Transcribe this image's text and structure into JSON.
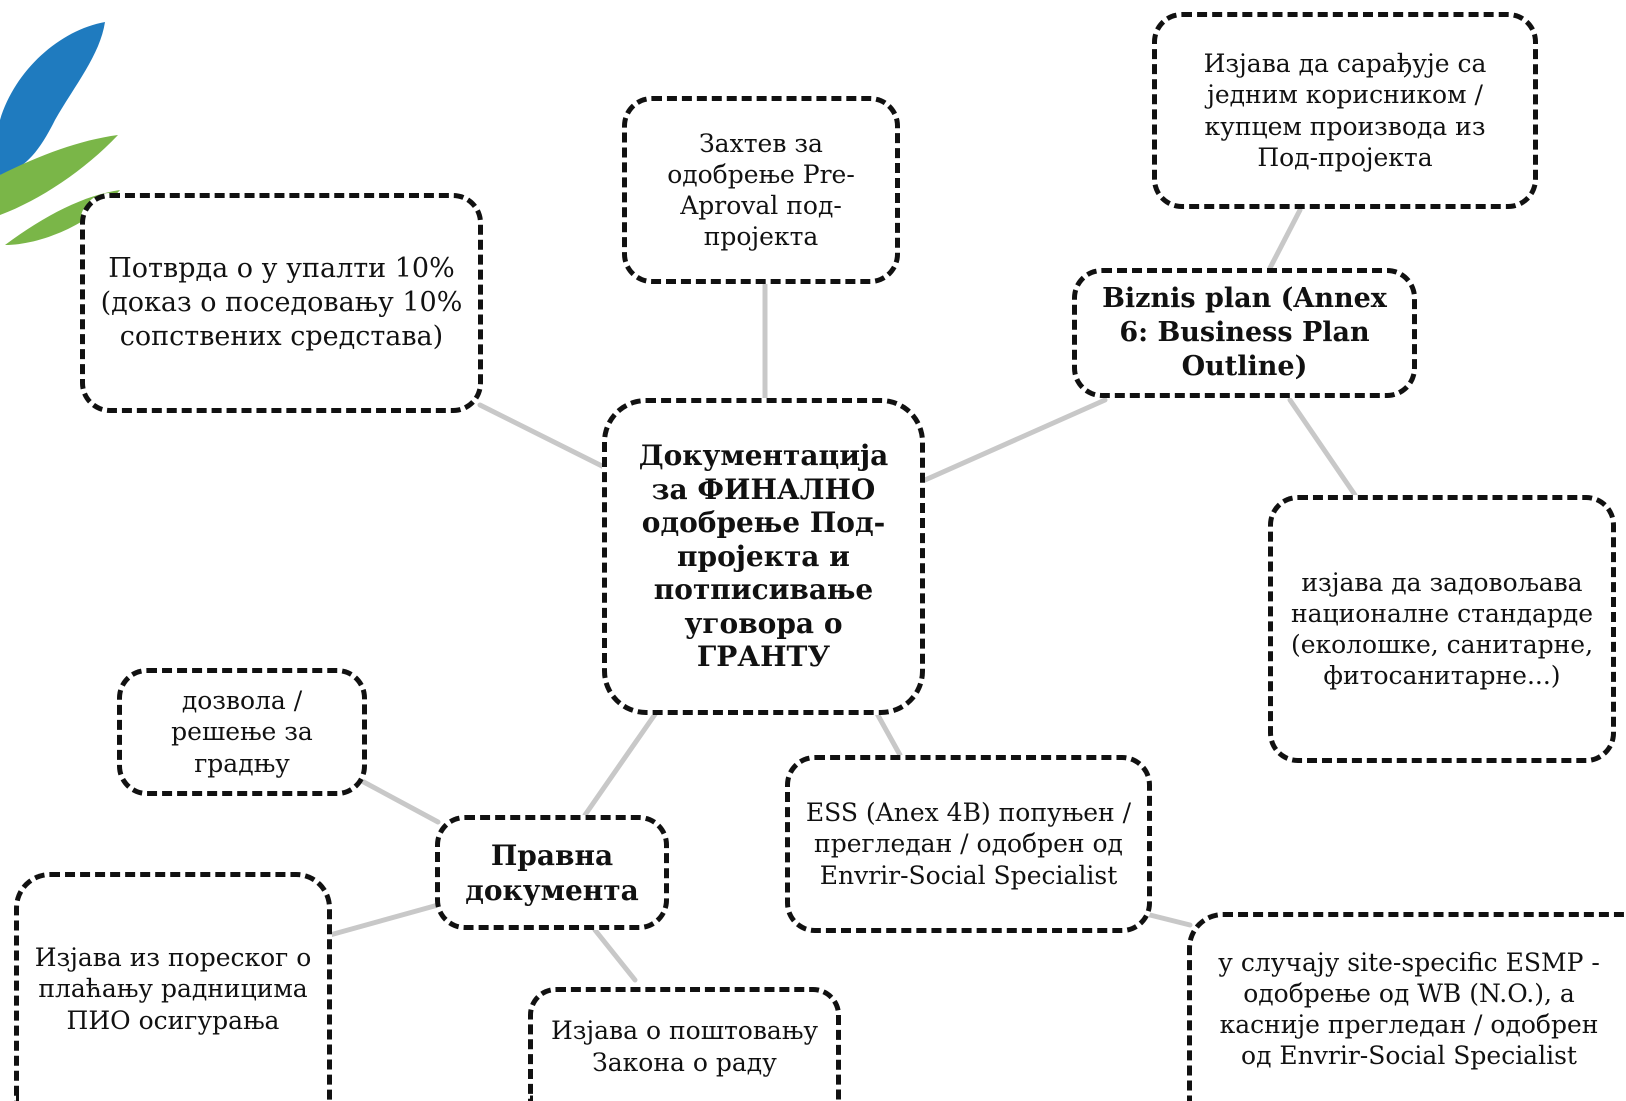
{
  "diagram": {
    "center": "Документација за ФИНАЛНО одобрење Под-пројекта и потписивање уговора о ГРАНТУ",
    "nodes": {
      "pre_approval": "Захтев за одобрење Pre-Aproval под-пројекта",
      "payment_10": "Потврда о у упалти 10% (доказ о поседовању 10% сопствених средстава)",
      "biznis_plan": "Biznis plan (Annex 6: Business Plan Outline)",
      "cooperation": "Изјава да сарађује са једним корисником / купцем производа из Под-пројекта",
      "national_standards": "изјава да задовољава националне стандарде (еколошке, санитарне, фитосанитарне...)",
      "ess": "ESS (Anex 4B) попуњен / прегледан / одобрен од Envrir-Social Specialist",
      "esmp": "у случају site-specific ESMP - одобрење од WB (N.O.), а касније прегледан / одобрен од Envrir-Social Specialist",
      "legal_docs": "Правна документа",
      "building_permit": "дозвола / решење за градњу",
      "tax_statement": "Изјава из пореског о плаћању радницима ПИО осигурања",
      "labor_law": "Изјава о поштовању Закона о раду"
    },
    "colors": {
      "border": "#111111",
      "connector": "#c8c8c8",
      "logo_blue": "#1f7bbf",
      "logo_green": "#7ab648",
      "grass_green": "#8cc63f"
    }
  }
}
